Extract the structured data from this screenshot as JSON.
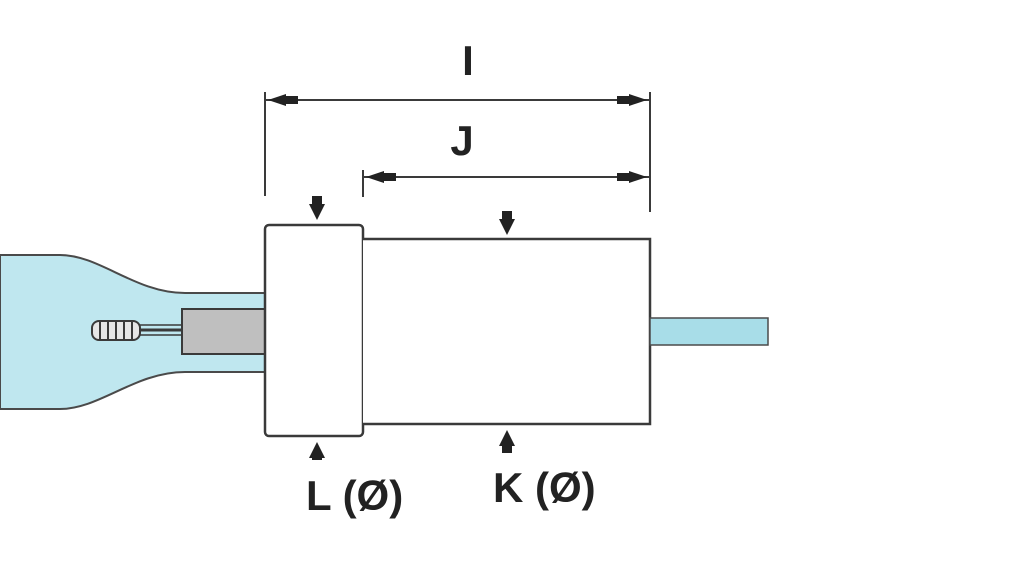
{
  "labels": {
    "overall_length": "I",
    "body_length": "J",
    "body_diameter": "K (Ø)",
    "base_diameter": "L (Ø)"
  },
  "colors": {
    "glass": "#bfe7ef",
    "lead": "#a8dde8",
    "stem": "#bfbfbf",
    "outline": "#3a3a3a",
    "text": "#222222"
  }
}
